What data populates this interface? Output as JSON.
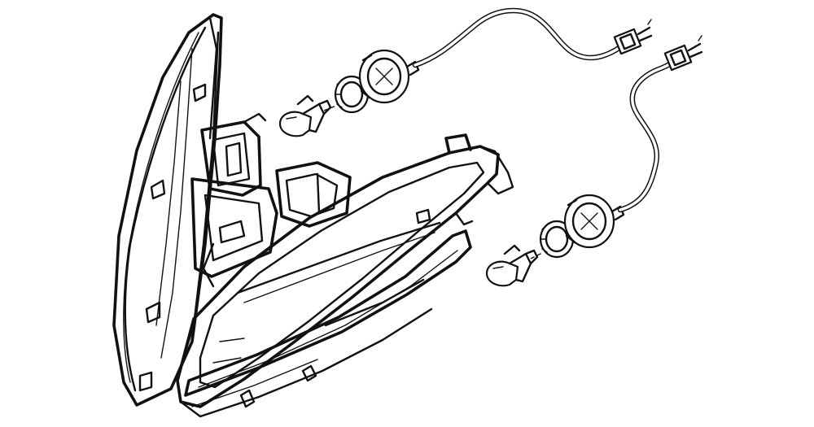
{
  "colors": {
    "ink": "#111111",
    "paper": "#ffffff"
  },
  "parts": [
    {
      "id": "headlight-housing",
      "icon": "headlight-housing-icon"
    },
    {
      "id": "lens-assembly",
      "icon": "lens-icon"
    },
    {
      "id": "upper-bulb",
      "icon": "bulb-icon"
    },
    {
      "id": "upper-socket-ring",
      "icon": "socket-ring-icon"
    },
    {
      "id": "upper-socket-cap",
      "icon": "socket-cap-icon"
    },
    {
      "id": "upper-connector",
      "icon": "connector-icon"
    },
    {
      "id": "lower-bulb",
      "icon": "bulb-icon"
    },
    {
      "id": "lower-socket-ring",
      "icon": "socket-ring-icon"
    },
    {
      "id": "lower-socket-cap",
      "icon": "socket-cap-icon"
    },
    {
      "id": "lower-connector",
      "icon": "connector-icon"
    }
  ]
}
